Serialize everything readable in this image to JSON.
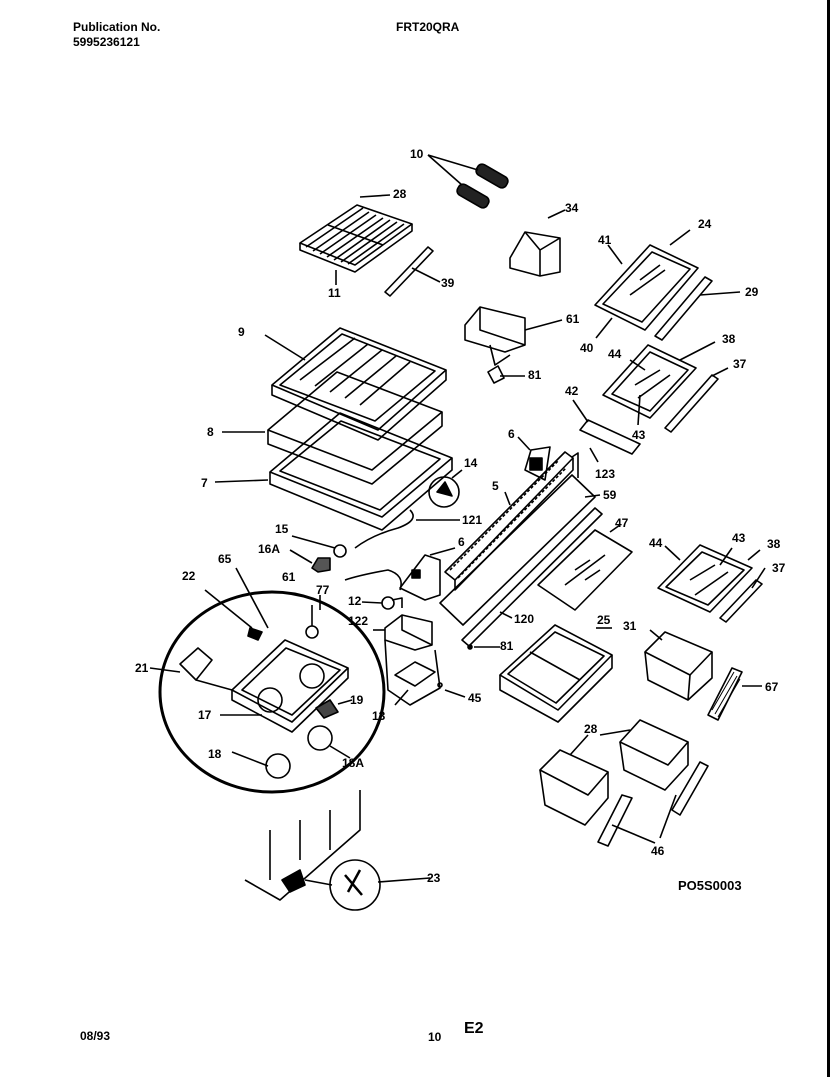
{
  "header": {
    "publication_label": "Publication No.",
    "publication_number": "5995236121",
    "model": "FRT20QRA"
  },
  "footer": {
    "date": "08/93",
    "page": "10",
    "section": "E2"
  },
  "diagram": {
    "ref_code": "PO5S0003",
    "labels": {
      "p10": "10",
      "p28a": "28",
      "p11": "11",
      "p39": "39",
      "p34": "34",
      "p24": "24",
      "p41": "41",
      "p29": "29",
      "p40": "40",
      "p61a": "61",
      "p81a": "81",
      "p9": "9",
      "p38a": "38",
      "p44a": "44",
      "p37a": "37",
      "p42": "42",
      "p43a": "43",
      "p8": "8",
      "p7": "7",
      "p6a": "6",
      "p14": "14",
      "p123": "123",
      "p5": "5",
      "p59": "59",
      "p121": "121",
      "p15": "15",
      "p16a": "16A",
      "p6b": "6",
      "p47": "47",
      "p44b": "44",
      "p43b": "43",
      "p38b": "38",
      "p37b": "37",
      "p65": "65",
      "p22": "22",
      "p61b": "61",
      "p77": "77",
      "p12": "12",
      "p122": "122",
      "p120": "120",
      "p81b": "81",
      "p25": "25",
      "p31": "31",
      "p21": "21",
      "p67": "67",
      "p45": "45",
      "p19": "19",
      "p13": "13",
      "p17": "17",
      "p28b": "28",
      "p18": "18",
      "p18a": "18A",
      "p46": "46",
      "p23": "23"
    }
  }
}
